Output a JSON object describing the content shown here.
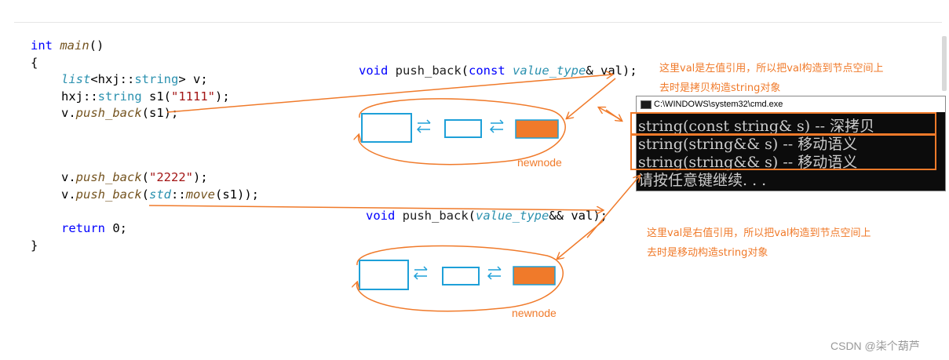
{
  "code": {
    "line1": {
      "kw": "int",
      "fn": "main",
      "rest": "()"
    },
    "line2": "{",
    "line3": {
      "type": "list",
      "rest1": "<hxj::",
      "type2": "string",
      "rest2": "> v;"
    },
    "line4": {
      "pre": "hxj::",
      "type": "string",
      "rest": " s1(",
      "str": "\"1111\"",
      "end": ");"
    },
    "line5": {
      "pre": "v.",
      "fn": "push_back",
      "rest": "(s1);"
    },
    "line6": {
      "pre": "v.",
      "fn": "push_back",
      "rest": "(",
      "str": "\"2222\"",
      "end": ");"
    },
    "line7": {
      "pre": "v.",
      "fn": "push_back",
      "rest1": "(",
      "ns": "std",
      "sep": "::",
      "fn2": "move",
      "rest2": "(s1));"
    },
    "line8": {
      "kw": "return",
      "rest": " 0;"
    },
    "line9": "}"
  },
  "signatures": {
    "top": {
      "kw1": "void",
      "fn": "push_back",
      "p1": "(",
      "kw2": "const",
      "type": "value_type",
      "rest": "& val);"
    },
    "bottom": {
      "kw1": "void",
      "fn": "push_back",
      "p1": "(",
      "type": "value_type",
      "rest": "&& val);"
    }
  },
  "notes": {
    "top_line1": "这里val是左值引用，所以把val构造到节点空间上",
    "top_line2": "去时是拷贝构造string对象",
    "bottom_line1": "这里val是右值引用，所以把val构造到节点空间上",
    "bottom_line2": "去时是移动构造string对象"
  },
  "labels": {
    "newnode_top": "newnode",
    "newnode_bottom": "newnode"
  },
  "console": {
    "title": "C:\\WINDOWS\\system32\\cmd.exe",
    "lines": [
      "string(const string& s) -- 深拷贝",
      "string(string&& s) -- 移动语义",
      "string(string&& s) -- 移动语义",
      "请按任意键继续. . ."
    ]
  },
  "watermark": "CSDN @柒个葫芦",
  "colors": {
    "accent": "#f07a2a",
    "node_border": "#1ea0d8",
    "newnode_fill": "#f07a2a"
  }
}
